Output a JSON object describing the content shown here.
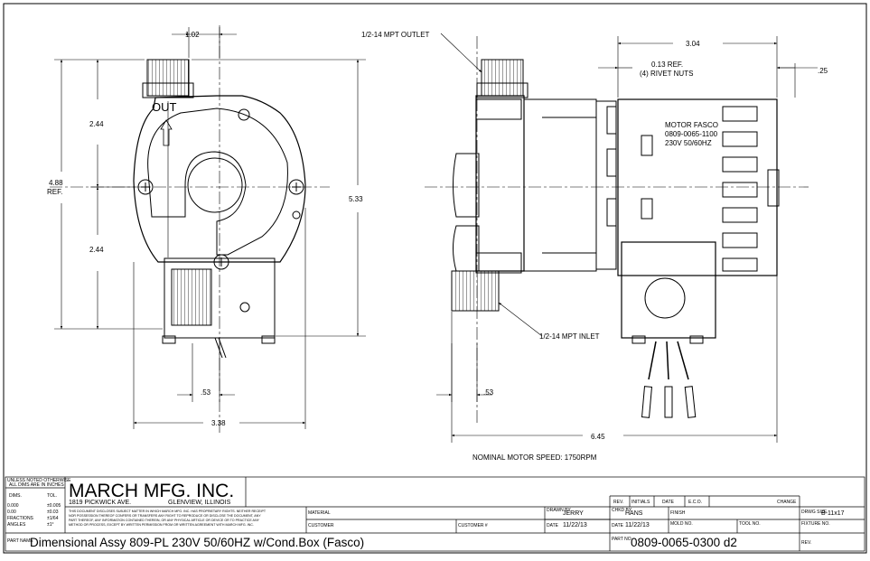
{
  "drawing": {
    "dims": {
      "d102": "1.02",
      "d244a": "2.44",
      "d244b": "2.44",
      "d488": "4.88",
      "ref": "REF.",
      "d533": "5.33",
      "d053a": ".53",
      "d338": "3.38",
      "d304": "3.04",
      "d025": ".25",
      "d053b": ".53",
      "d645": "6.45"
    },
    "labels": {
      "out": "OUT",
      "outlet": "1/2-14 MPT OUTLET",
      "inlet": "1/2-14 MPT INLET",
      "rivet_ref": "0.13 REF.",
      "rivet_nuts": "(4) RIVET NUTS",
      "motor1": "MOTOR FASCO",
      "motor2": "0809-0065-1100",
      "motor3": "230V 50/60HZ",
      "speed": "NOMINAL MOTOR SPEED: 1750RPM"
    }
  },
  "title_block": {
    "unless_noted": "UNLESS NOTED OTHERWISE",
    "all_dims_inches": "ALL DIMS ARE IN INCHES",
    "dims_header": "DIMS.",
    "tol_header": "TOL.",
    "tol_rows": [
      {
        "dim": "0.000",
        "tol": "±0.005"
      },
      {
        "dim": "0.00",
        "tol": "±0.03"
      },
      {
        "dim": "FRACTIONS",
        "tol": "±1/64"
      },
      {
        "dim": "ANGLES",
        "tol": "±1°"
      }
    ],
    "company": "MARCH MFG. INC.",
    "address": "1819 PICKWICK AVE.",
    "city": "GLENVIEW, ILLINOIS",
    "disclaimer": [
      "THIS DOCUMENT DISCLOSES SUBJECT MATTER IN WHICH MARCH MFG. INC. HAS PROPRIETARY RIGHTS. NEITHER RECEIPT",
      "NOR POSSESSION THEREOF CONFERS OR TRANSFERS ANY RIGHT TO REPRODUCE OR DISCLOSE THE DOCUMENT, ANY",
      "PART THEREOF, ANY INFORMATION CONTAINED THEREIN, OR ANY PHYSICAL ARTICLE OR DEVICE OR TO PRACTICE ANY",
      "METHOD OR PROCESS, EXCEPT BY WRITTEN PERMISSION FROM OR WRITTEN AGREEMENT WITH MARCH MFG. INC."
    ],
    "material": "MATERIAL",
    "customer": "CUSTOMER",
    "customer_no": "CUSTOMER #",
    "drawn_by_label": "DRAWN BY",
    "drawn_by": "JERRY",
    "date_label": "DATE",
    "drawn_date": "11/22/13",
    "chkd_by_label": "CHKD BY",
    "chkd_by": "HANS",
    "chkd_date": "11/22/13",
    "finish": "FINISH",
    "mold_no": "MOLD NO.",
    "tool_no": "TOOL NO.",
    "rev_header": "REV.",
    "initials_header": "INITIALS",
    "date_header": "DATE",
    "eco_header": "E.C.O.",
    "change_header": "CHANGE",
    "drwg_size_label": "DRWG SIZE",
    "drwg_size": "B-11x17",
    "fixture_no": "FIXTURE NO.",
    "part_name_label": "PART NAME",
    "part_name": "Dimensional Assy 809-PL 230V 50/60HZ w/Cond.Box (Fasco)",
    "part_no_label": "PART NO.",
    "part_no": "0809-0065-0300 d2",
    "rev_label": "REV."
  }
}
